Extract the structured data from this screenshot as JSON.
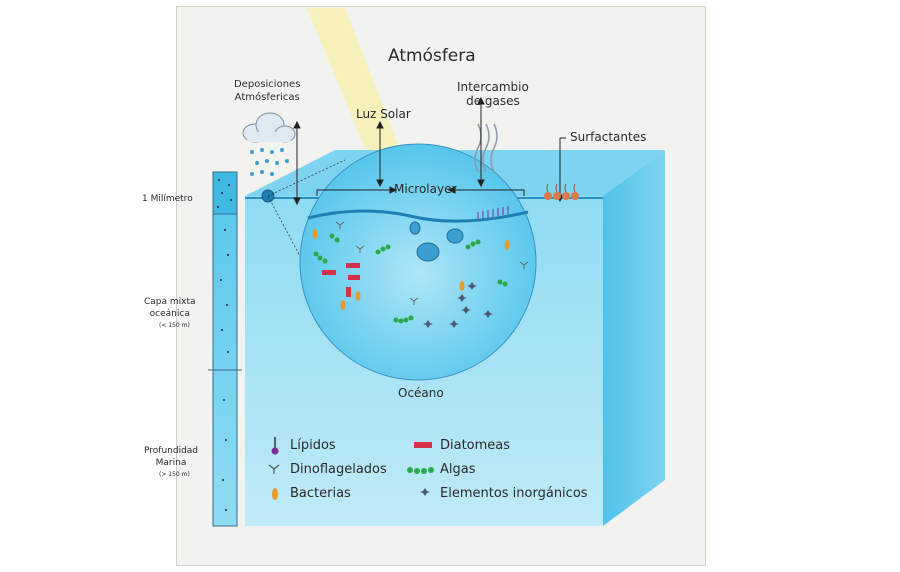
{
  "labels": {
    "atmosphere": "Atmósfera",
    "atm_deposition": "Deposiciones\nAtmósfericas",
    "sunlight": "Luz Solar",
    "gas_exchange": "Intercambio\nde gases",
    "surfactants": "Surfactantes",
    "microlayer": "Microlayer",
    "ocean": "Océano"
  },
  "depth_scale": {
    "one_mm": "1 Milímetro",
    "mixed_layer": "Capa mixta\noceánica",
    "mixed_layer_sub": "(< 150 m)",
    "deep": "Profundidad\nMarina",
    "deep_sub": "(> 150 m)"
  },
  "legend": {
    "lipids": "Lípidos",
    "diatoms": "Diatomeas",
    "dinoflagellates": "Dinoflagelados",
    "algae": "Algas",
    "bacteria": "Bacterias",
    "inorganic": "Elementos inorgánicos"
  },
  "colors": {
    "ocean_light": "#bfeaf7",
    "ocean_mid": "#6fd0ef",
    "ocean_dark": "#3fb8e4",
    "sun_beam": "#f7f0b0",
    "lipid": "#7a2d8c",
    "diatom": "#d9304a",
    "algae": "#2aa84a",
    "bacteria": "#e89a2c",
    "inorganic": "#4a5a70",
    "surfactant": "#d97a4a"
  }
}
